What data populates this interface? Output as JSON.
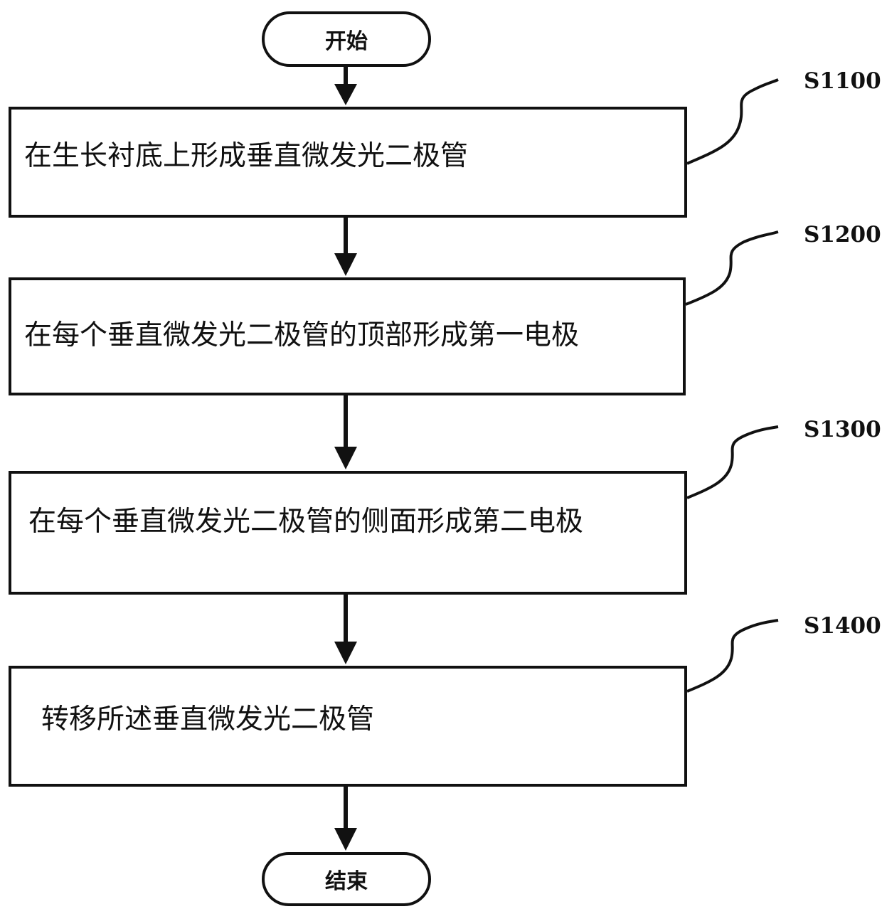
{
  "start_label": "开始",
  "end_label": "结束",
  "steps": [
    {
      "id": "S1100",
      "text": "在生长衬底上形成垂直微发光二极管"
    },
    {
      "id": "S1200",
      "text": "在每个垂直微发光二极管的顶部形成第一电极"
    },
    {
      "id": "S1300",
      "text": "在每个垂直微发光二极管的侧面形成第二电极"
    },
    {
      "id": "S1400",
      "text": "转移所述垂直微发光二极管"
    }
  ]
}
